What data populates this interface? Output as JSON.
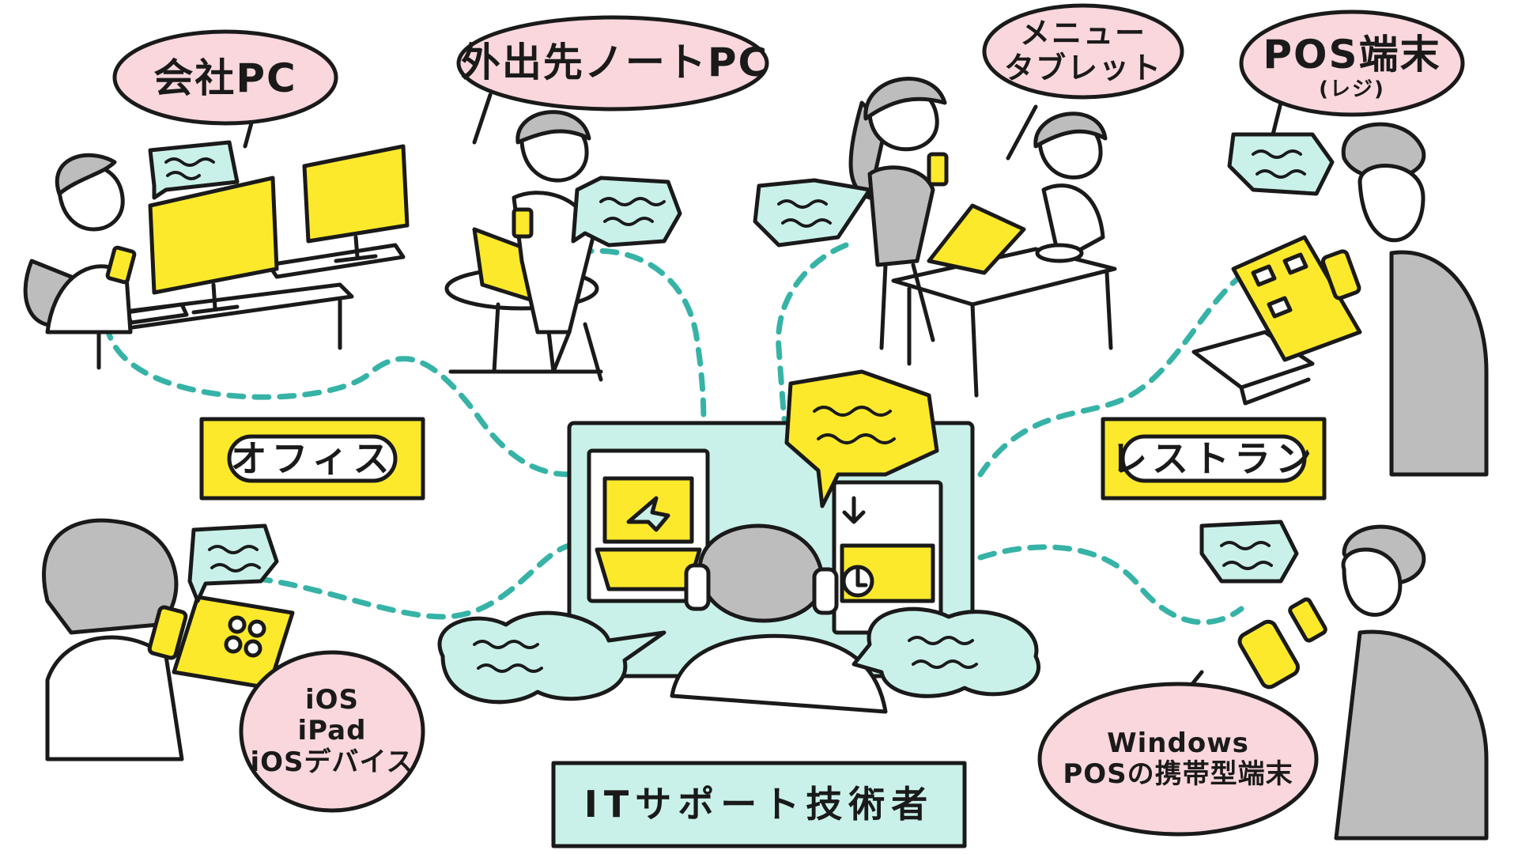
{
  "labels": {
    "office_pc": "会社PC",
    "laptop": "外出先ノートPC",
    "menu_tablet_1": "メニュー",
    "menu_tablet_2": "タブレット",
    "pos_terminal": "POS端末",
    "pos_terminal_sub": "(レジ)",
    "office_place": "オフィス",
    "restaurant_place": "レストラン",
    "ios_1": "iOS",
    "ios_2": "iPad",
    "ios_3": "iOSデバイス",
    "windows_1": "Windows",
    "windows_2": "POSの携帯型端末",
    "center": "ITサポート技術者"
  },
  "colors": {
    "bubble_pink": "#f9d7dc",
    "bubble_mint": "#c9f1ea",
    "accent_yellow": "#fde92b",
    "connector_teal": "#36b3a6",
    "ink": "#1a1a1a",
    "hair_gray": "#bdbdbd"
  }
}
